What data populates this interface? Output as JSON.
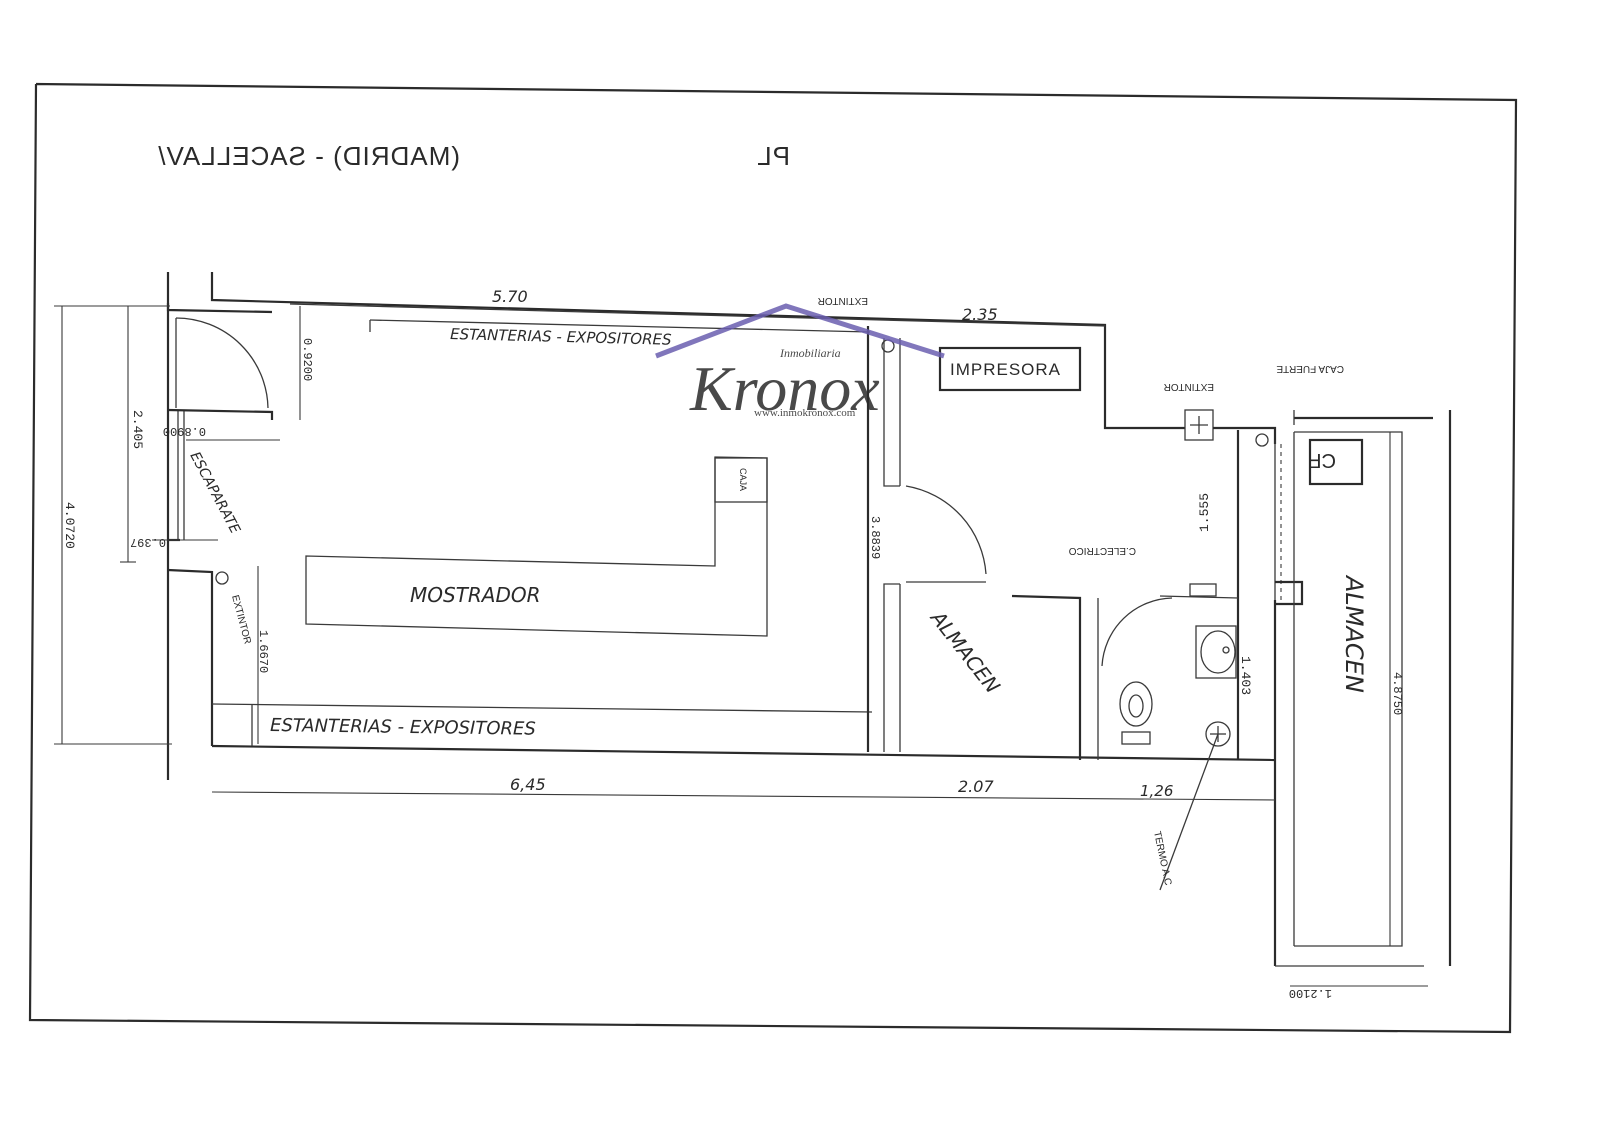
{
  "header": {
    "title_visible": "(MADRID) - SACELLAV/",
    "title_prefix": "PL"
  },
  "watermark": {
    "brand": "Kronox",
    "tagline": "Inmobiliaria",
    "url": "www.inmokronox.com",
    "color_brand": "#e06a6a",
    "color_roof": "#6b5fb0"
  },
  "labels": {
    "shelves_top": "ESTANTERIAS - EXPOSITORES",
    "shelves_bottom": "ESTANTERIAS      -   EXPOSITORES",
    "counter": "MOSTRADOR",
    "printer": "IMPRESORA",
    "window": "ESCAPARATE",
    "storage_1": "ALMACEN",
    "storage_2": "ALMACEN",
    "safe_code": "CF",
    "safe_name": "CAJA FUERTE",
    "cash": "CAJA",
    "extinguisher_1": "EXTINTOR",
    "extinguisher_2": "EXTINTOR",
    "extinguisher_3": "EXTINTOR",
    "electric": "C.ELECTRICO",
    "water_heater": "TERMO A.C"
  },
  "dimensions": {
    "d_570": "5.70",
    "d_235": "2.35",
    "d_0920": "0.9200",
    "d_0890": "0.8900",
    "d_2405": "2.405",
    "d_40720": "4.0720",
    "d_0397": "0.397",
    "d_16670": "1.6670",
    "d_38839": "3.8839",
    "d_1555": "1.555",
    "d_1403": "1.403",
    "d_48750": "4.8750",
    "d_645": "6,45",
    "d_207": "2.07",
    "d_126": "1,26",
    "d_12100": "1.2100"
  }
}
